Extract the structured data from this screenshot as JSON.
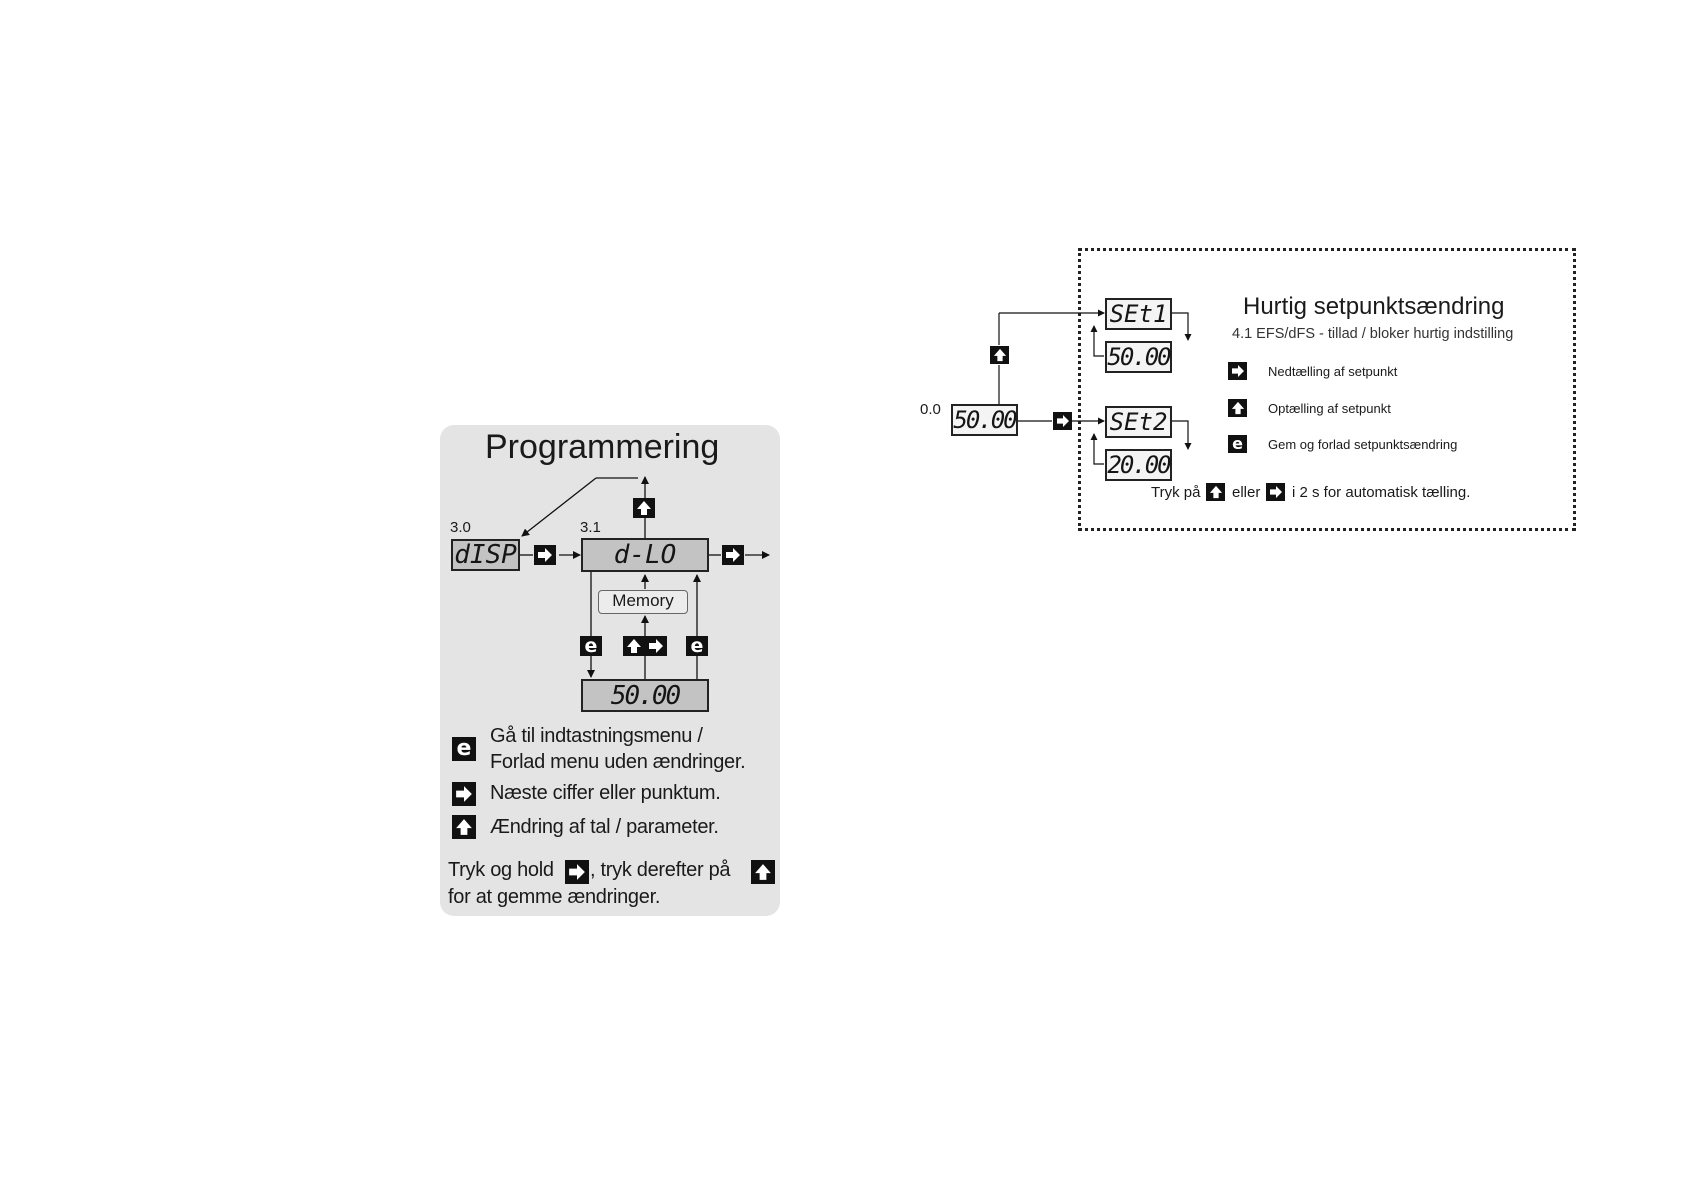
{
  "programming": {
    "title": "Programmering",
    "menu_disp": {
      "number": "3.0",
      "display": "dISP"
    },
    "menu_dlo": {
      "number": "3.1",
      "display": "d-LO"
    },
    "memory_label": "Memory",
    "value_display": "50.00",
    "legend": [
      {
        "icon": "e-key-icon",
        "lines": [
          "Gå til indtastningsmenu /",
          "Forlad menu uden ændringer."
        ]
      },
      {
        "icon": "right-arrow-key-icon",
        "lines": [
          "Næste ciffer eller punktum."
        ]
      },
      {
        "icon": "up-arrow-key-icon",
        "lines": [
          "Ændring af tal / parameter."
        ]
      }
    ],
    "footer": {
      "part1": "Tryk og hold",
      "part2": ", tryk derefter på",
      "part3": "for at gemme ændringer."
    }
  },
  "quick_setpoint": {
    "title": "Hurtig setpunktsændring",
    "subtitle": "4.1 EFS/dFS - tillad / bloker hurtig indstilling",
    "main_number": "0.0",
    "main_display": "50.00",
    "set1": {
      "label": "SEt1",
      "value": "50.00"
    },
    "set2": {
      "label": "SEt2",
      "value": "20.00"
    },
    "legend": [
      {
        "icon": "right-arrow-key-icon",
        "text": "Nedtælling af setpunkt"
      },
      {
        "icon": "up-arrow-key-icon",
        "text": "Optælling af setpunkt"
      },
      {
        "icon": "e-key-icon",
        "text": "Gem og forlad setpunktsændring"
      }
    ],
    "note": {
      "part1": "Tryk på",
      "part2": "eller",
      "part3": "i 2 s for automatisk tælling."
    }
  }
}
